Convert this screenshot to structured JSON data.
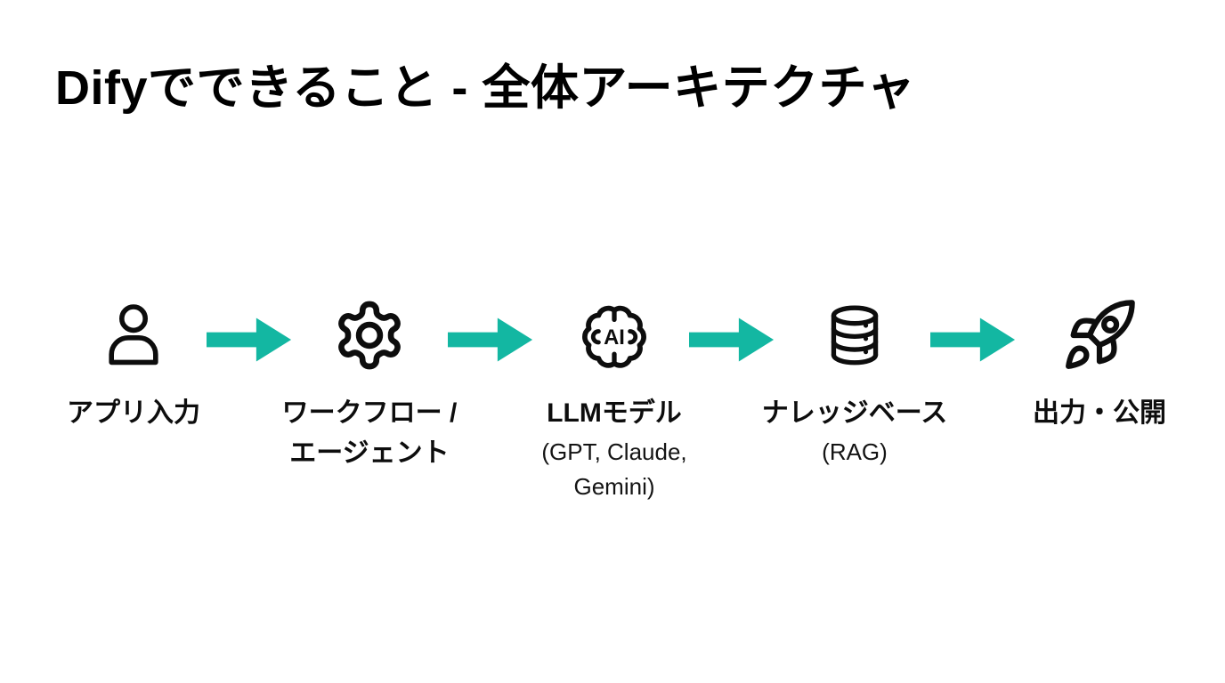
{
  "page": {
    "background": "#ffffff"
  },
  "title": "Difyでできること - 全体アーキテクチャ",
  "flow": {
    "arrow_color": "#13b7a2",
    "ink_color": "#0d0d0d",
    "steps": [
      {
        "name": "app-input",
        "icon": "user-icon",
        "label": "アプリ入力"
      },
      {
        "name": "workflow-agent",
        "icon": "gear-icon",
        "label": "ワークフロー /\nエージェント"
      },
      {
        "name": "llm-model",
        "icon": "brain-ai-icon",
        "icon_text": "AI",
        "label": "LLMモデル",
        "sublabel": "(GPT, Claude,\nGemini)"
      },
      {
        "name": "knowledge-base",
        "icon": "database-icon",
        "label": "ナレッジベース",
        "sublabel": "(RAG)"
      },
      {
        "name": "output-publish",
        "icon": "rocket-icon",
        "label": "出力・公開"
      }
    ]
  }
}
